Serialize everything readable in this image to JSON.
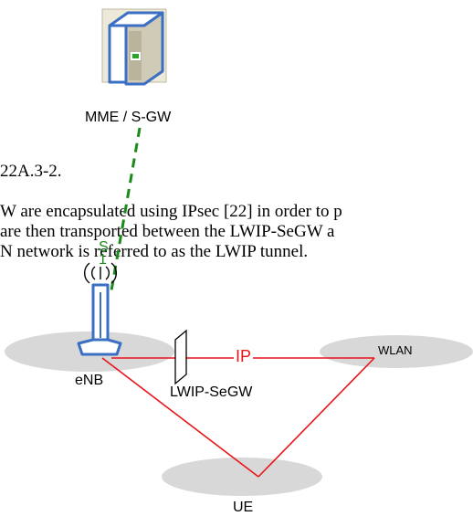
{
  "text": {
    "fragment_ref": "22A.3-2.",
    "line1": "W are encapsulated using IPsec [22] in order to p",
    "line2": "are then transported between the LWIP-SeGW a",
    "line3": "N network is referred to as the LWIP tunnel."
  },
  "nodes": {
    "mme": "MME / S-GW",
    "enb": "eNB",
    "segw": "LWIP-SeGW",
    "wlan": "WLAN",
    "ue": "UE"
  },
  "links": {
    "ip": "IP",
    "s1": "S1"
  },
  "colors": {
    "ip_link": "#e8141a",
    "s1_link": "#1a8a1a",
    "ellipse_fill": "#d8d8d8",
    "device_blue": "#3a6fc4"
  },
  "icons": [
    "server-icon",
    "antenna-icon"
  ]
}
